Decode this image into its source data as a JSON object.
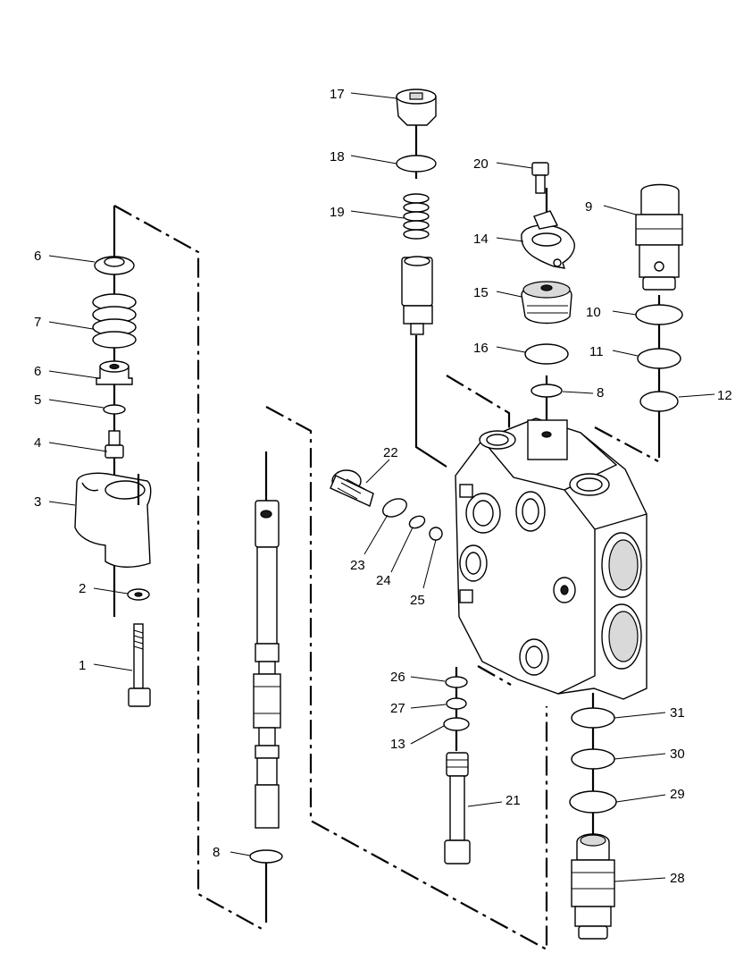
{
  "callouts": {
    "c1": "1",
    "c2": "2",
    "c3": "3",
    "c4": "4",
    "c5": "5",
    "c6a": "6",
    "c6b": "6",
    "c7": "7",
    "c8a": "8",
    "c8b": "8",
    "c9": "9",
    "c10": "10",
    "c11": "11",
    "c12": "12",
    "c13": "13",
    "c14": "14",
    "c15": "15",
    "c16": "16",
    "c17": "17",
    "c18": "18",
    "c19": "19",
    "c20": "20",
    "c21": "21",
    "c22": "22",
    "c23": "23",
    "c24": "24",
    "c25": "25",
    "c26": "26",
    "c27": "27",
    "c28": "28",
    "c29": "29",
    "c30": "30",
    "c31": "31"
  }
}
